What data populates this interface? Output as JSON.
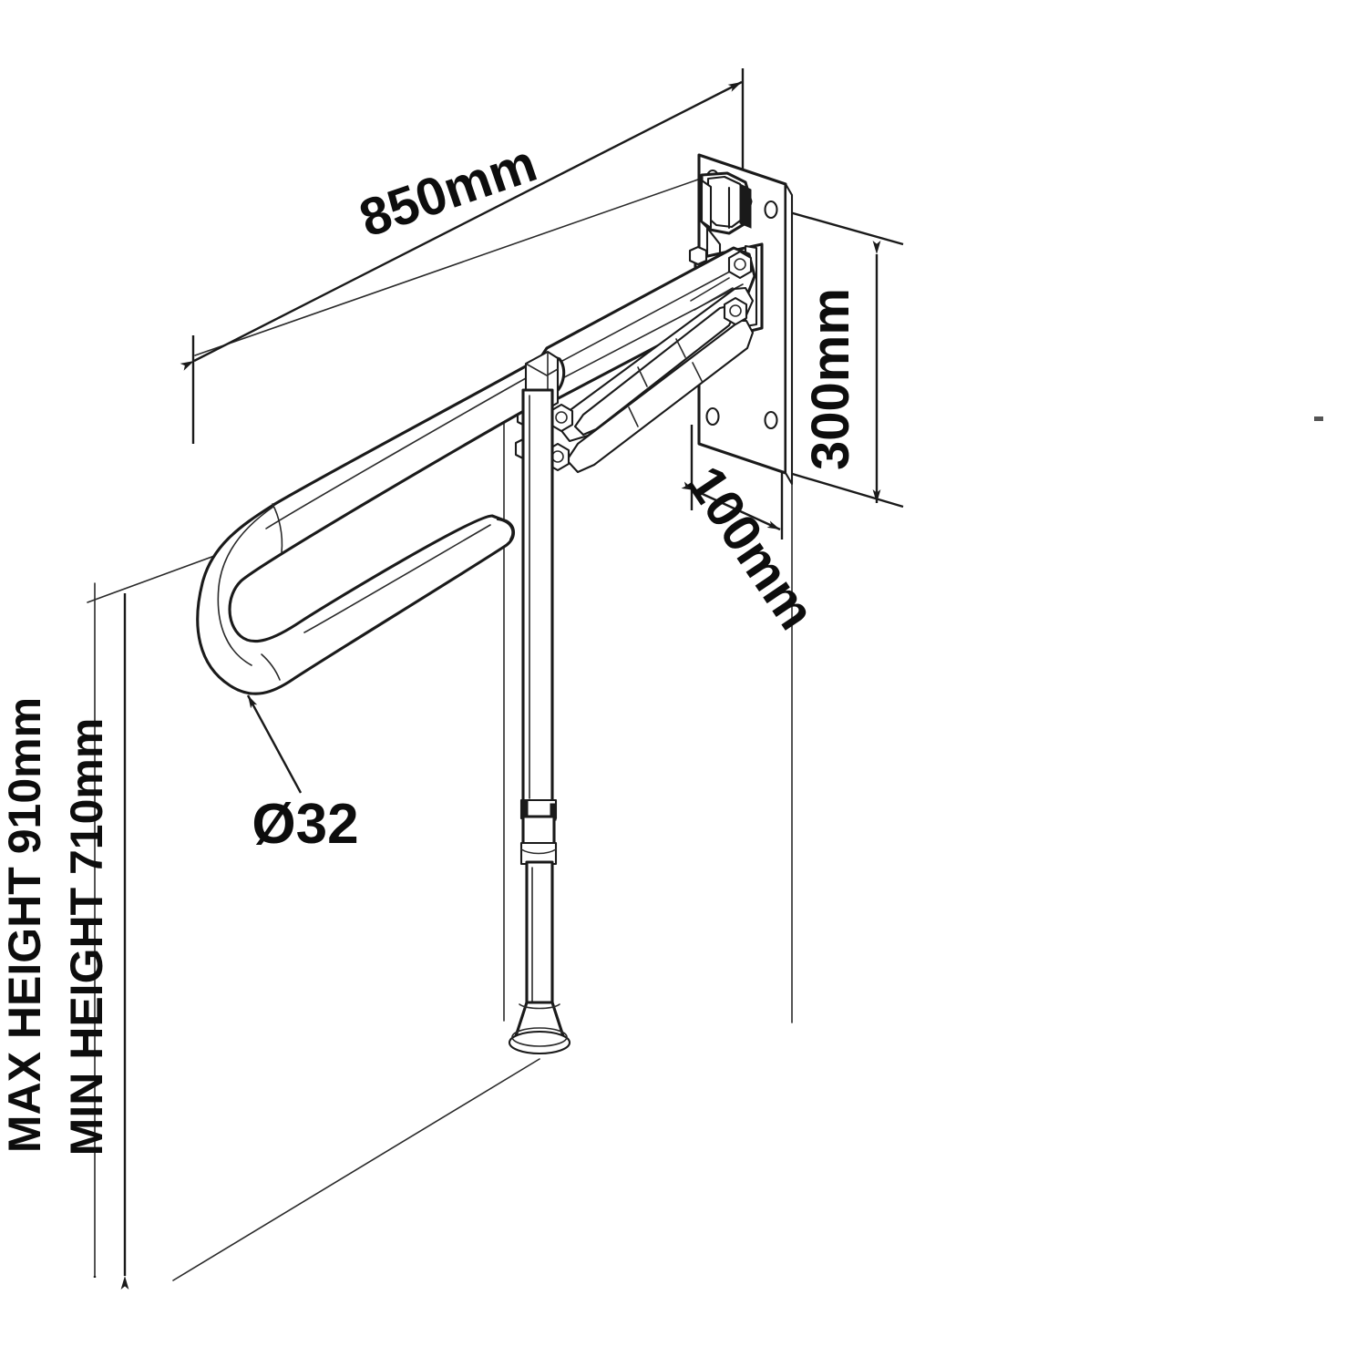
{
  "drawing": {
    "title": "Folding Grab Rail Technical Dimension Drawing",
    "product": "wall-mounted folding support grab rail with telescopic leg",
    "units": "mm",
    "line_color": "#1a1a1a",
    "background_color": "#ffffff"
  },
  "dimensions": {
    "length": {
      "label": "850mm",
      "value": 850,
      "unit": "mm",
      "type": "linear",
      "orientation": "diagonal-top",
      "rotation_deg": -19
    },
    "plate_height": {
      "label": "300mm",
      "value": 300,
      "unit": "mm",
      "type": "linear",
      "orientation": "vertical-right",
      "rotation_deg": -90
    },
    "plate_width": {
      "label": "100mm",
      "value": 100,
      "unit": "mm",
      "type": "linear",
      "orientation": "diagonal-lower-right",
      "rotation_deg": 56
    },
    "tube_diameter": {
      "label": "Ø32",
      "value": 32,
      "unit": "mm",
      "type": "diameter-leader",
      "orientation": "horizontal"
    },
    "max_height": {
      "label": "MAX HEIGHT 910mm",
      "value": 910,
      "unit": "mm",
      "type": "note",
      "orientation": "vertical-left",
      "rotation_deg": -90
    },
    "min_height": {
      "label": "MIN HEIGHT 710mm",
      "value": 710,
      "unit": "mm",
      "type": "note",
      "orientation": "vertical-left",
      "rotation_deg": -90
    }
  },
  "components": {
    "wall_plate": "wall-mounting-plate",
    "hinge_bracket": "hinge-clamp-bracket",
    "linkage": "folding-strut-linkage",
    "grab_rail": "u-shaped-grab-rail",
    "support_leg": "telescopic-support-leg",
    "foot": "floor-foot-pad",
    "bolts": "hex-bolt"
  }
}
